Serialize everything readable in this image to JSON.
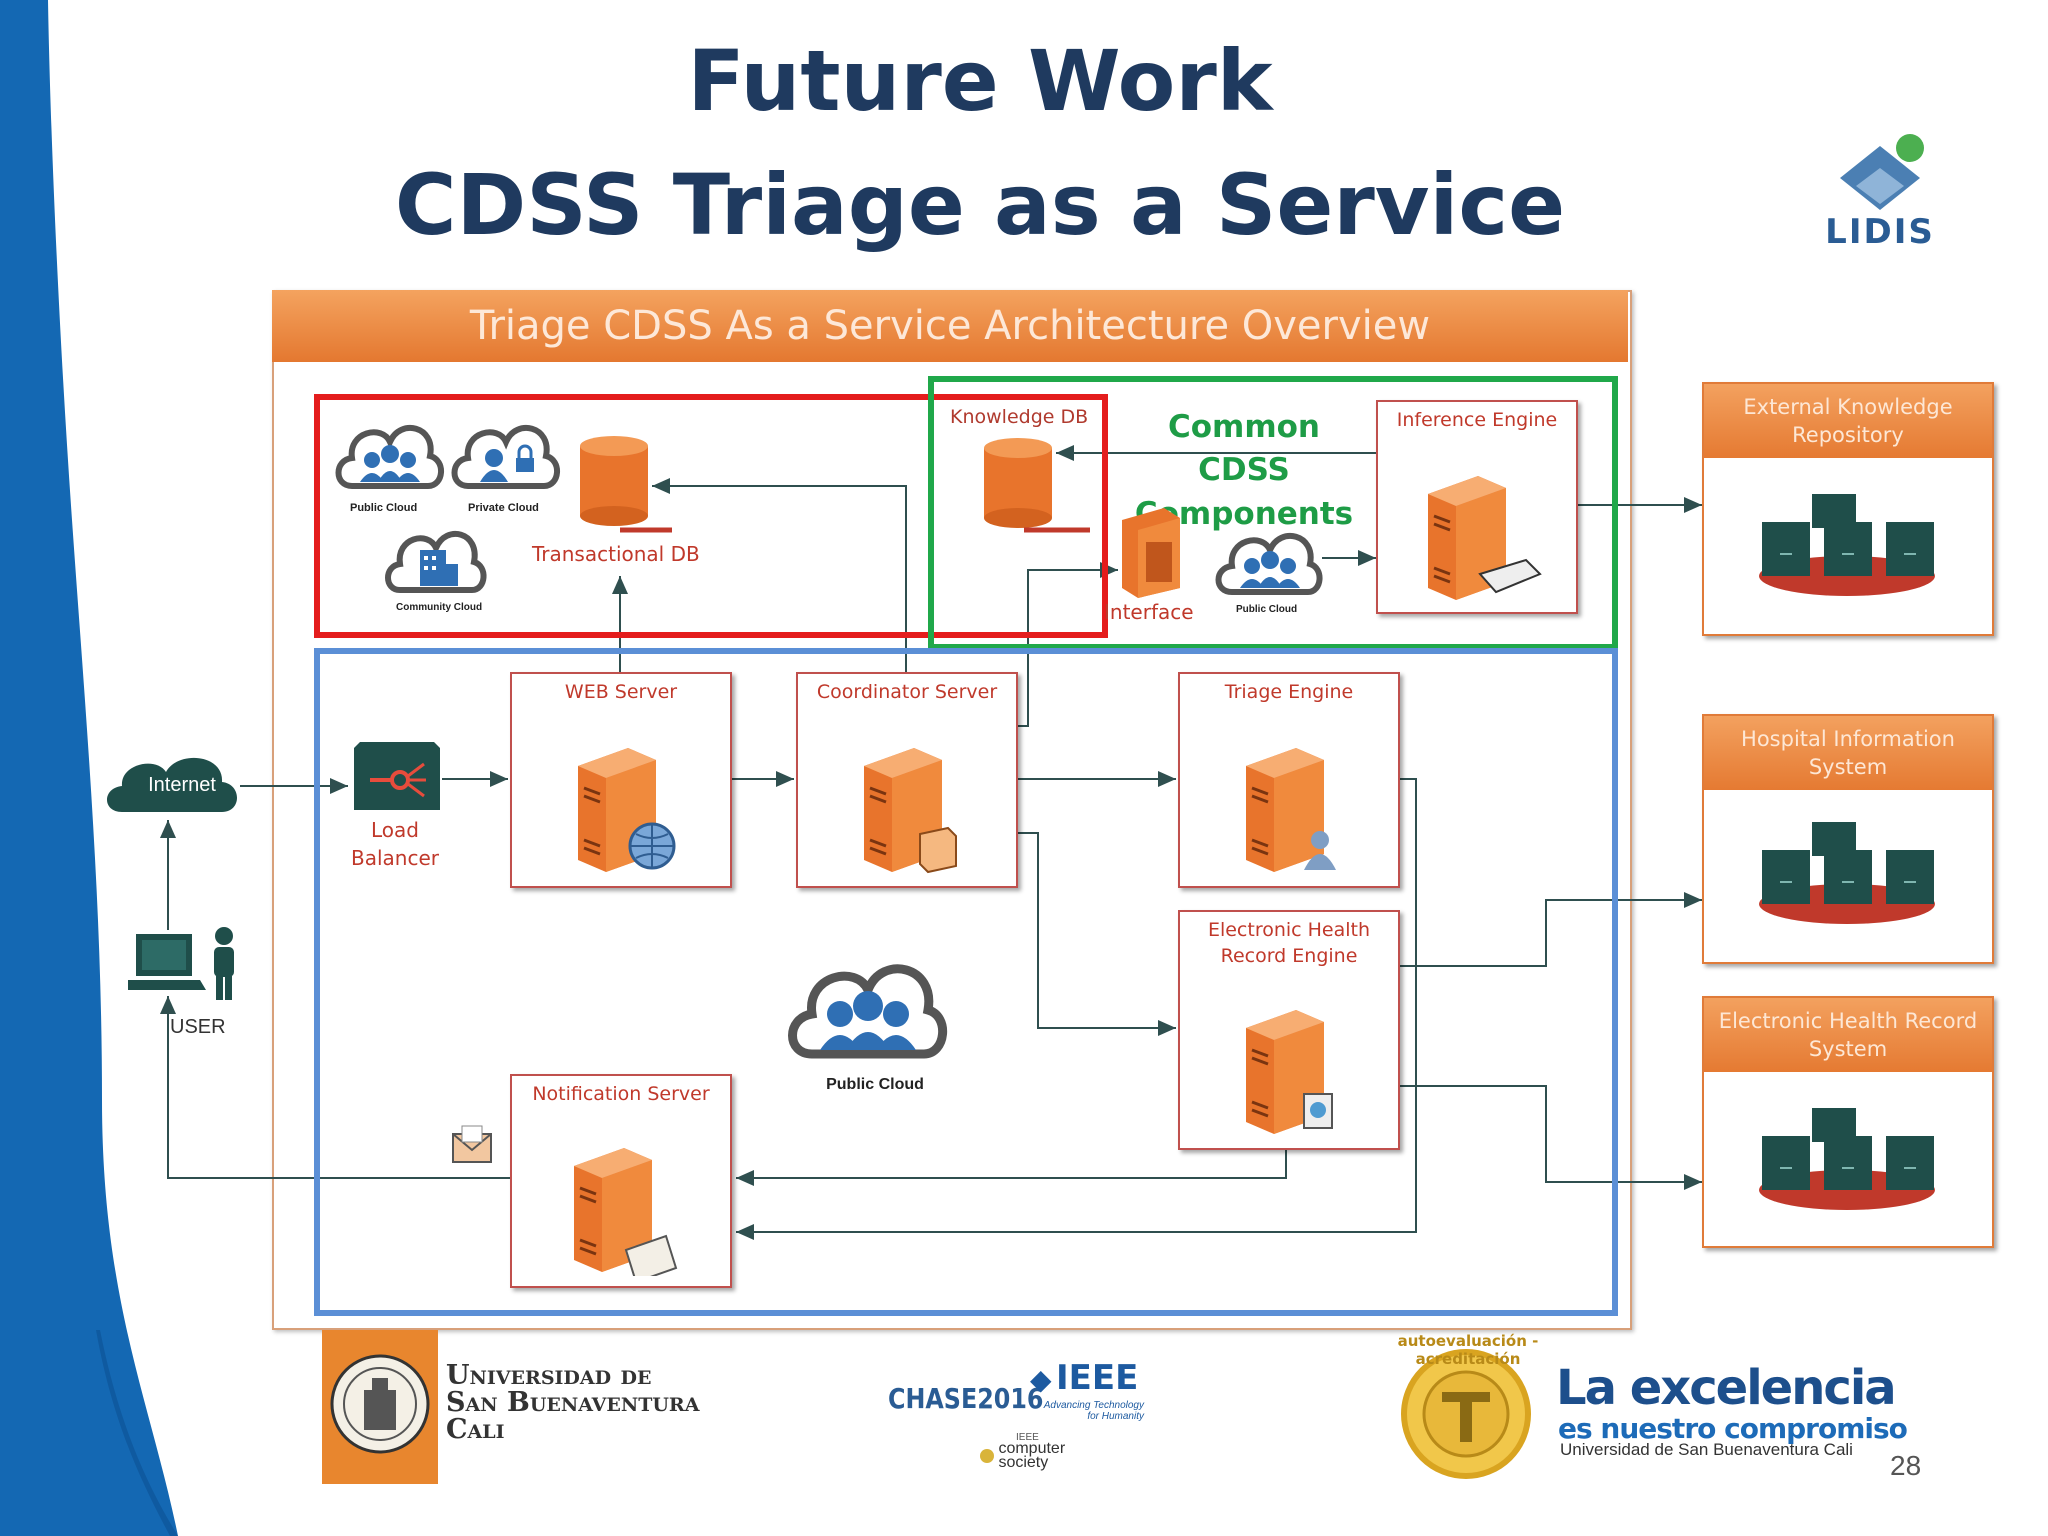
{
  "slide": {
    "title_line1": "Future Work",
    "title_line2": "CDSS Triage as a Service",
    "page_number": "28",
    "lidis_logo_text": "LIDIS"
  },
  "diagram": {
    "header": "Triage CDSS As a Service Architecture Overview",
    "common_components_label": "Common CDSS Components",
    "clouds": {
      "public": "Public Cloud",
      "private": "Private Cloud",
      "community": "Community Cloud",
      "interface_cloud": "Public Cloud",
      "main_cloud": "Public Cloud"
    },
    "transactional_db": "Transactional DB",
    "knowledge_db": "Knowledge DB",
    "interface": "Interface",
    "inference_engine": "Inference Engine",
    "internet": "Internet",
    "load_balancer": "Load Balancer",
    "user": "USER",
    "servers": {
      "web": "WEB Server",
      "coordinator": "Coordinator Server",
      "triage": "Triage Engine",
      "ehr_engine": "Electronic Health Record Engine",
      "notification": "Notification Server"
    },
    "external": {
      "knowledge_repo": "External Knowledge Repository",
      "his": "Hospital Information System",
      "ehr_system": "Electronic Health Record System"
    }
  },
  "footer": {
    "university_line1": "Universidad de",
    "university_line2": "San Buenaventura",
    "university_line3": "Cali",
    "chase": "CHASE2016",
    "ieee": "IEEE",
    "ieee_tagline": "Advancing Technology for Humanity",
    "ieee_cs_small": "IEEE",
    "ieee_cs": "computer society",
    "seal_text": "autoevaluación - acreditación",
    "excelencia": "La excelencia",
    "compromiso": "es nuestro compromiso",
    "usb_cali": "Universidad de San Buenaventura Cali"
  },
  "colors": {
    "title": "#1f3a5f",
    "server_orange": "#e8742c",
    "red_box": "#e41d1d",
    "green_box": "#20a84a",
    "blue_box": "#5b8fd6",
    "side_blue": "#1468b3"
  }
}
